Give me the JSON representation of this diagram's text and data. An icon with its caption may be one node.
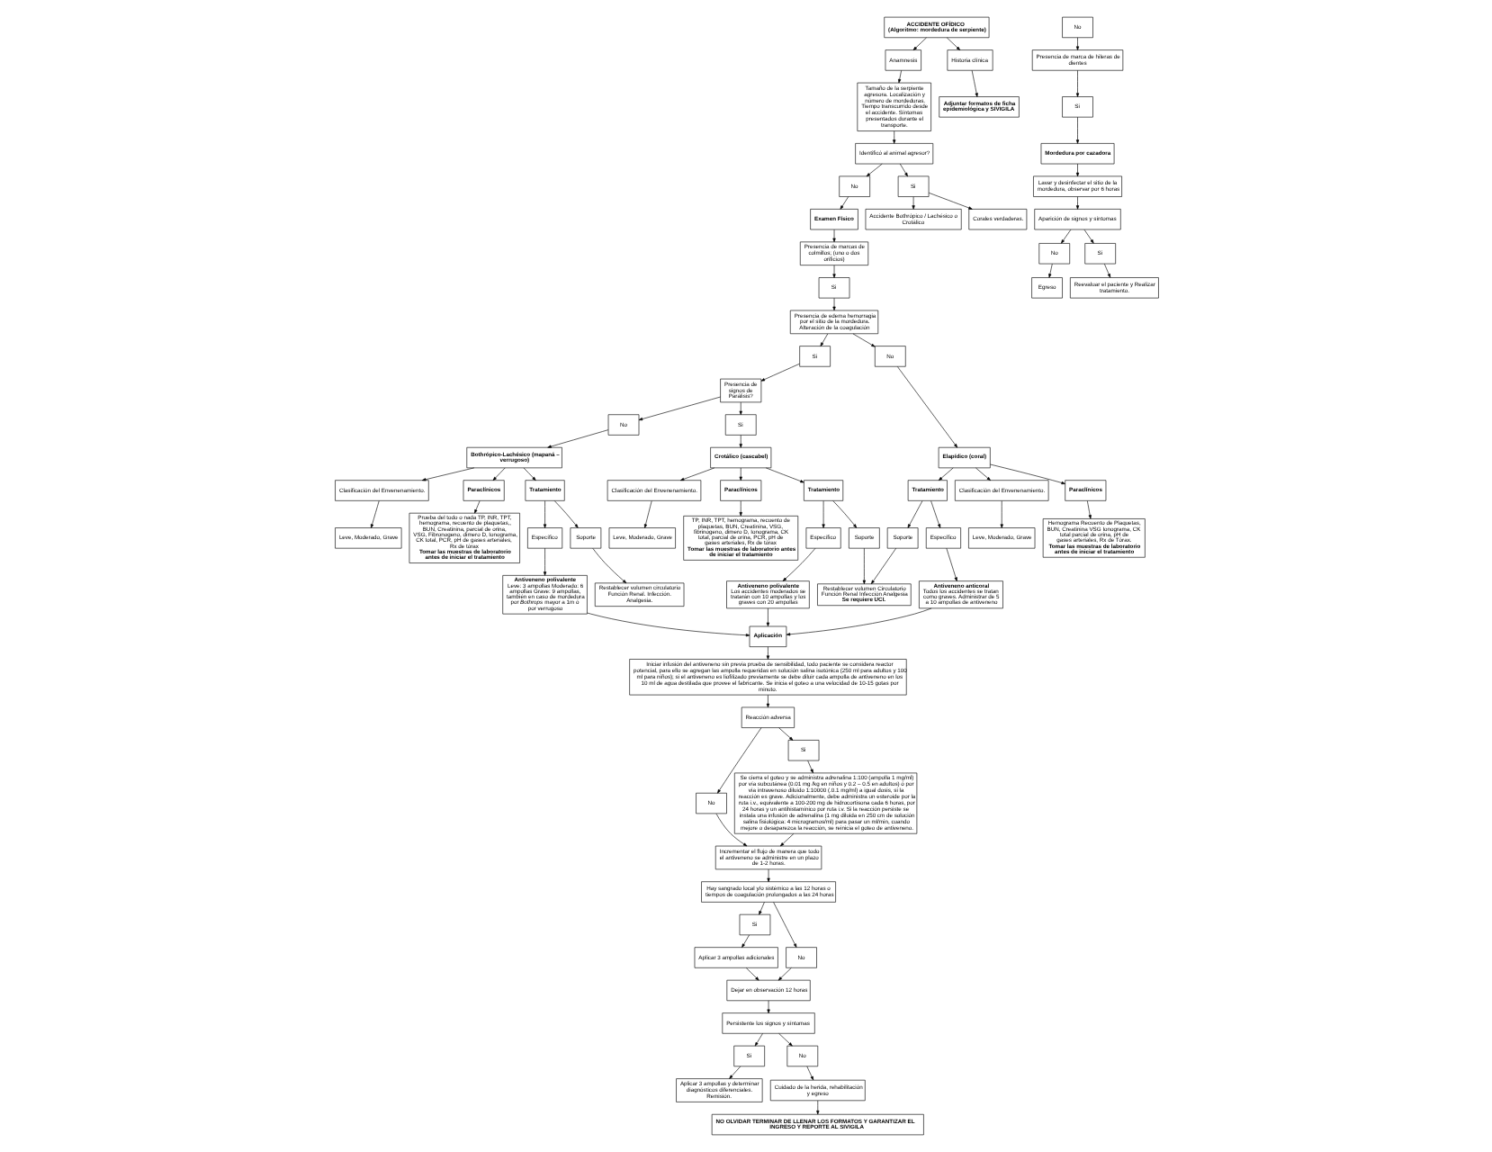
{
  "diagram": {
    "nodes": [
      {
        "text": [
          "ACCIDENTE OFÍDICO",
          "(Algoritmo: mordedura de serpiente)"
        ]
      },
      {
        "text": [
          "Anamnesis"
        ]
      },
      {
        "text": [
          "Tamaño de la serpiente agresora. Localización y número de mordeduras. Tiempo transcurrido desde el accidente. Síntomas presentados durante el transporte."
        ]
      },
      {
        "text": [
          "Historia clínica"
        ]
      },
      {
        "text": [
          "Adjuntar formatos de ficha epidemiológica y SIVIGILA"
        ]
      },
      {
        "text": [
          "Identificó al animal agresor?"
        ]
      },
      {
        "text": [
          "No"
        ]
      },
      {
        "text": [
          "Examen Físico"
        ]
      },
      {
        "text": [
          "Presencia de marcas de colmillos; (uno o dos orificios)"
        ]
      },
      {
        "text": [
          "Si"
        ]
      },
      {
        "text": [
          "No"
        ]
      },
      {
        "text": [
          "Presencia de edema hemorragia por el sitio de la mordedura. Alteración de la coagulación"
        ]
      },
      {
        "text": [
          "Si"
        ]
      },
      {
        "text": [
          "No"
        ]
      },
      {
        "text": [
          "Presencia de signos de Parálisis?"
        ]
      },
      {
        "text": [
          "No"
        ]
      },
      {
        "text": [
          "Si"
        ]
      },
      {
        "text": [
          "Si"
        ]
      },
      {
        "text": [
          "Accidente Bothrópico / Lachésico o Crotálico"
        ]
      },
      {
        "text": [
          "Corales verdaderas."
        ]
      },
      {
        "text": [
          "Presencia de marca de hileras de dientes"
        ]
      },
      {
        "text": [
          "Si"
        ]
      },
      {
        "text": [
          "Mordedura por cazadora"
        ]
      },
      {
        "text": [
          "Lavar y desinfectar el sitio de la mordedura, observar por 6 horas"
        ]
      },
      {
        "text": [
          "Aparición de signos y síntomas"
        ]
      },
      {
        "text": [
          "No"
        ]
      },
      {
        "text": [
          "Egreso"
        ]
      },
      {
        "text": [
          "Si"
        ]
      },
      {
        "text": [
          "Reevaluar el paciente y Realizar tratamiento."
        ]
      },
      {
        "text": [
          "Elapídico (coral)"
        ]
      },
      {
        "text": [
          "Clasificación del Envenenamiento."
        ]
      },
      {
        "text": [
          "Leve, Moderado, Grave"
        ]
      },
      {
        "text": [
          "Paraclínicos"
        ]
      },
      {
        "text": [
          "Hemograma Recuento de Plaquetas, BUN, Creatinina VSG Ionograma, CK total parcial de orina, pH de gases arteriales, Rx de Tórax.",
          "Tomar las muestras de laboratorio antes de iniciar el tratamiento"
        ]
      },
      {
        "text": [
          "Tratamiento"
        ]
      },
      {
        "text": [
          "Específico"
        ]
      },
      {
        "text": [
          "Soporte"
        ]
      },
      {
        "text": [
          "Antiveneno anticoral",
          "Todos los accidentes se tratan como graves. Administrar de 5 a 10 ampollas de antiveneno"
        ]
      },
      {
        "text": [
          "Restablecer volumen Circulatorio Función Renal Infección Analgesia",
          "Se requiere UCI."
        ]
      },
      {
        "text": [
          "Crotálico (cascabel)"
        ]
      },
      {
        "text": [
          "Clasificación del Envenenamiento."
        ]
      },
      {
        "text": [
          "Leve, Moderado, Grave"
        ]
      },
      {
        "text": [
          "Paraclínicos"
        ]
      },
      {
        "text": [
          "TP, INR, TPT, hemograma, recuento de plaquetas, BUN, Creatinina, VSG, fibrinogeno, dimero D, Ionograma, CK total, parcial de orina, PCR, pH de gases arteriales, Rx de tórax",
          "Tomar las muestras de laboratorio antes de iniciar el tratamiento"
        ]
      },
      {
        "text": [
          "Tratamiento"
        ]
      },
      {
        "text": [
          "Soporte"
        ]
      },
      {
        "text": [
          "Específico"
        ]
      },
      {
        "text": [
          "Antiveneno polivalente",
          "Los accidentes moderados se tratarán con 10 ampollas y los graves con 20 ampollas"
        ]
      },
      {
        "text": [
          "Bothrópico-Lachésico (mapaná – verrugoso)"
        ]
      },
      {
        "text": [
          "Clasificación del Envenenamiento."
        ]
      },
      {
        "text": [
          "Leve, Moderado, Grave"
        ]
      },
      {
        "text": [
          "Paraclínicos"
        ]
      },
      {
        "text": [
          "Prueba del todo o nada TP, INR, TPT, hemograma, recuento de plaquetas,, BUN, Creatinina, parcial de orina, VSG, Fibronogeno, dimero D, Ionograma, CK total, PCR, pH de gases arteriales, Rx de tórax",
          "Tomar las muestras de laboratorio antes de iniciar el tratamiento"
        ]
      },
      {
        "text": [
          "Tratamiento"
        ]
      },
      {
        "text": [
          "Específico"
        ]
      },
      {
        "text": [
          "Soporte"
        ]
      },
      {
        "text": [
          "Antiveneno polivalente",
          "Leve: 3 ampollas Moderado: 6 ampollas Grave: 9 ampollas, también en caso de mordedura por *Bothrops* mayor a 1m ó por verrugoso"
        ]
      },
      {
        "text": [
          "Restablecer volumen circulatorio Función Renal. Infección. Analgesia."
        ]
      },
      {
        "text": [
          "Aplicación"
        ]
      },
      {
        "text": [
          "Iniciar infusión del antiveneno sin previa prueba de sensibilidad, todo paciente se considera reactor potencial, para ello se agregan las ampolla requeridas en solución salina isotónica (250 ml para adultos y 100 ml para niños); si el antiveneno es liofilizado previamente se debe diluir cada ampolla de antiveneno en los 10 ml de agua destilada que provee el fabricante. Se inicia el goteo a una velocidad de 10-15 gotas por minuto."
        ]
      },
      {
        "text": [
          "Reacción adversa"
        ]
      },
      {
        "text": [
          "No"
        ]
      },
      {
        "text": [
          "Si"
        ]
      },
      {
        "text": [
          "Incrementar el flujo de manera que todo el antiveneno se administre en un plazo de 1-2 horas."
        ]
      },
      {
        "text": [
          "Se cierra el goteo y se administra adrenalina 1:100 (ampolla 1 mg/ml) por vía subcutánea (0.01 mg /kg en niños y 0.2 – 0.5 en adultos) ó por vía intravenoso diluido 1:10000 (.0.1 mg/ml) a igual dosis, si la reacción es grave. Adicionalmente, debe administra un esteroide por la ruta i.v., equivalente a 100-200 mg de hidrocortisona cada 6 horas, por 24 horas y un antihistamínico por ruta i.v. Si la reacción persiste se instala una infusión de adrenalina (1 mg diluida en 250 cm de solución salina fisiológica: 4 microgramos/ml) para pasar un ml/min, cuando mejore o desaparezca la reacción, se reinicia el goteo de antiveneno."
        ]
      },
      {
        "text": [
          "Hay sangrado local y/o sistémico a las 12 horas o tiempos de coagulación prolongados a las 24 horas"
        ]
      },
      {
        "text": [
          "Si"
        ]
      },
      {
        "text": [
          "No"
        ]
      },
      {
        "text": [
          "Aplicar 3 ampollas adicionales"
        ]
      },
      {
        "text": [
          "Dejar en observación 12 horas"
        ]
      },
      {
        "text": [
          "Persistente los signos y síntomas"
        ]
      },
      {
        "text": [
          "Si"
        ]
      },
      {
        "text": [
          "No"
        ]
      },
      {
        "text": [
          "Aplicar 3 ampollas y determinar diagnósticos diferenciales. Remisión."
        ]
      },
      {
        "text": [
          "Cuidado de la herida, rehabilitación y egreso"
        ]
      },
      {
        "text": [
          "NO OLVIDAR TERMINAR DE LLENAR LOS FORMATOS Y GARANTIZAR EL INGRESO Y REPORTE AL SIVIGILA"
        ]
      }
    ],
    "edges": [
      {
        "from": 0,
        "to": 1,
        "arrow": "to"
      },
      {
        "from": 1,
        "to": 2,
        "arrow": "to"
      },
      {
        "from": 0,
        "to": 3,
        "arrow": "to"
      },
      {
        "from": 3,
        "to": 4,
        "arrow": "to"
      },
      {
        "from": 2,
        "to": 5,
        "arrow": "to"
      },
      {
        "from": 5,
        "to": 6,
        "arrow": "to"
      },
      {
        "from": 6,
        "to": 7,
        "arrow": "to"
      },
      {
        "from": 7,
        "to": 8,
        "arrow": "to"
      },
      {
        "from": 8,
        "to": 9,
        "arrow": "to"
      },
      {
        "from": 9,
        "to": 11,
        "arrow": "to"
      },
      {
        "from": 11,
        "to": 12,
        "arrow": "to"
      },
      {
        "from": 11,
        "to": 13,
        "arrow": "to"
      },
      {
        "from": 12,
        "to": 14,
        "arrow": "to"
      },
      {
        "from": 14,
        "to": 15,
        "arrow": "to"
      },
      {
        "from": 14,
        "to": 16,
        "arrow": "to"
      },
      {
        "from": 10,
        "to": 20,
        "arrow": "to"
      },
      {
        "from": 5,
        "to": 17,
        "arrow": "to"
      },
      {
        "from": 17,
        "to": 18,
        "arrow": "to"
      },
      {
        "from": 17,
        "to": 19,
        "arrow": "to"
      },
      {
        "from": 13,
        "to": 29,
        "arrow": "to"
      },
      {
        "from": 16,
        "to": 39,
        "arrow": "to"
      },
      {
        "from": 15,
        "to": 48,
        "arrow": "to"
      },
      {
        "from": 20,
        "to": 21,
        "arrow": "to"
      },
      {
        "from": 21,
        "to": 22,
        "arrow": "to"
      },
      {
        "from": 22,
        "to": 23,
        "arrow": "to"
      },
      {
        "from": 23,
        "to": 24,
        "arrow": "to"
      },
      {
        "from": 24,
        "to": 25,
        "arrow": "to"
      },
      {
        "from": 25,
        "to": 26,
        "arrow": "to"
      },
      {
        "from": 24,
        "to": 27,
        "arrow": "to"
      },
      {
        "from": 27,
        "to": 28,
        "arrow": "to"
      },
      {
        "from": 29,
        "to": 30,
        "arrow": "to"
      },
      {
        "from": 30,
        "to": 31,
        "arrow": "to"
      },
      {
        "from": 29,
        "to": 32,
        "arrow": "to"
      },
      {
        "from": 29,
        "to": 34,
        "arrow": "to"
      },
      {
        "from": 32,
        "to": 33,
        "arrow": "to"
      },
      {
        "from": 34,
        "to": 35,
        "arrow": "to"
      },
      {
        "from": 34,
        "to": 36,
        "arrow": "to"
      },
      {
        "from": 35,
        "to": 37,
        "arrow": "to"
      },
      {
        "from": 36,
        "to": 38,
        "arrow": "to"
      },
      {
        "from": 39,
        "to": 40,
        "arrow": "to"
      },
      {
        "from": 40,
        "to": 41,
        "arrow": "to"
      },
      {
        "from": 39,
        "to": 42,
        "arrow": "to"
      },
      {
        "from": 39,
        "to": 44,
        "arrow": "to"
      },
      {
        "from": 42,
        "to": 43,
        "arrow": "to"
      },
      {
        "from": 44,
        "to": 45,
        "arrow": "to"
      },
      {
        "from": 44,
        "to": 46,
        "arrow": "to"
      },
      {
        "from": 45,
        "to": 38,
        "arrow": "to"
      },
      {
        "from": 46,
        "to": 47,
        "arrow": "to"
      },
      {
        "from": 48,
        "to": 49,
        "arrow": "to"
      },
      {
        "from": 49,
        "to": 50,
        "arrow": "to"
      },
      {
        "from": 48,
        "to": 51,
        "arrow": "to"
      },
      {
        "from": 48,
        "to": 53,
        "arrow": "to"
      },
      {
        "from": 51,
        "to": 52,
        "arrow": "to"
      },
      {
        "from": 53,
        "to": 54,
        "arrow": "to"
      },
      {
        "from": 53,
        "to": 55,
        "arrow": "to"
      },
      {
        "from": 54,
        "to": 56,
        "arrow": "to"
      },
      {
        "from": 55,
        "to": 57,
        "arrow": "to"
      },
      {
        "from": 37,
        "to": 58,
        "arrow": "to"
      },
      {
        "from": 47,
        "to": 58,
        "arrow": "to"
      },
      {
        "from": 56,
        "to": 58,
        "arrow": "to"
      },
      {
        "from": 58,
        "to": 59,
        "arrow": "to"
      },
      {
        "from": 59,
        "to": 60,
        "arrow": "to"
      },
      {
        "from": 60,
        "to": 61,
        "arrow": "to"
      },
      {
        "from": 60,
        "to": 62,
        "arrow": "to"
      },
      {
        "from": 61,
        "to": 63,
        "arrow": "to"
      },
      {
        "from": 62,
        "to": 64,
        "arrow": "to"
      },
      {
        "from": 64,
        "to": 63,
        "arrow": "to"
      },
      {
        "from": 63,
        "to": 65,
        "arrow": "to"
      },
      {
        "from": 65,
        "to": 66,
        "arrow": "to"
      },
      {
        "from": 66,
        "to": 68,
        "arrow": "to"
      },
      {
        "from": 65,
        "to": 67,
        "arrow": "to"
      },
      {
        "from": 67,
        "to": 69,
        "arrow": "to"
      },
      {
        "from": 68,
        "to": 69,
        "arrow": "to"
      },
      {
        "from": 69,
        "to": 70,
        "arrow": "to"
      },
      {
        "from": 70,
        "to": 71,
        "arrow": "to"
      },
      {
        "from": 70,
        "to": 72,
        "arrow": "to"
      },
      {
        "from": 71,
        "to": 73,
        "arrow": "to"
      },
      {
        "from": 72,
        "to": 74,
        "arrow": "to"
      },
      {
        "from": 74,
        "to": 75,
        "arrow": "to"
      }
    ]
  }
}
